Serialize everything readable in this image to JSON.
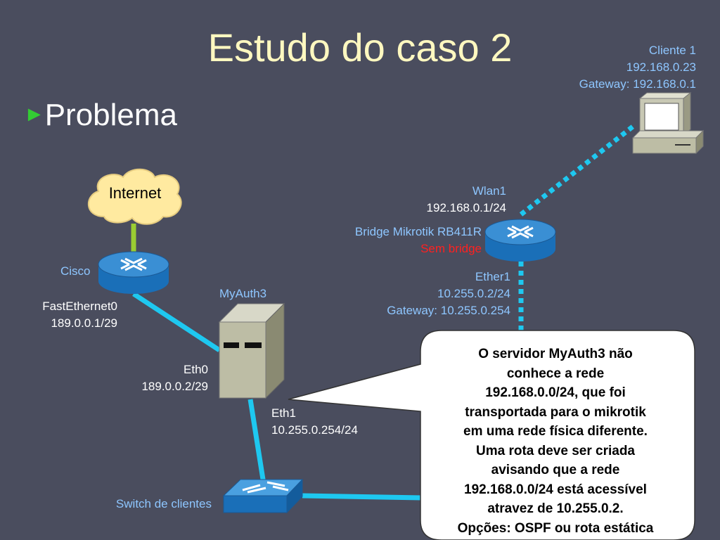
{
  "slide": {
    "title": "Estudo do caso 2",
    "bullet": "Problema",
    "bullet_icon": "triangle-arrow-icon",
    "background": "#4a4d5e",
    "title_color": "#fff8c0",
    "accent": "#33cc33"
  },
  "diagram": {
    "cloud_label": "Internet",
    "cisco": {
      "name": "Cisco",
      "iface": "FastEthernet0",
      "ip": "189.0.0.1/29"
    },
    "myauth": {
      "name": "MyAuth3",
      "eth0_name": "Eth0",
      "eth0_ip": "189.0.0.2/29",
      "eth1_name": "Eth1",
      "eth1_ip": "10.255.0.254/24"
    },
    "mikrotik": {
      "wlan_name": "Wlan1",
      "wlan_ip": "192.168.0.1/24",
      "name": "Bridge Mikrotik RB411R",
      "note": "Sem bridge",
      "ether_name": "Ether1",
      "ether_ip": "10.255.0.2/24",
      "ether_gw": "Gateway: 10.255.0.254"
    },
    "client": {
      "name": "Cliente 1",
      "ip": "192.168.0.23",
      "gw": "Gateway: 192.168.0.1"
    },
    "switch_label": "Switch de clientes",
    "callout": [
      "O servidor MyAuth3 não",
      "conhece a rede",
      "192.168.0.0/24, que foi",
      "transportada para o mikrotik",
      "em uma rede física diferente.",
      "Uma rota deve ser criada",
      "avisando que a rede",
      "192.168.0.0/24 está acessível",
      "atravez de 10.255.0.2.",
      "Opções: OSPF ou rota estática"
    ],
    "link_color": "#1ec8f0",
    "note_color": "#ff2020"
  }
}
